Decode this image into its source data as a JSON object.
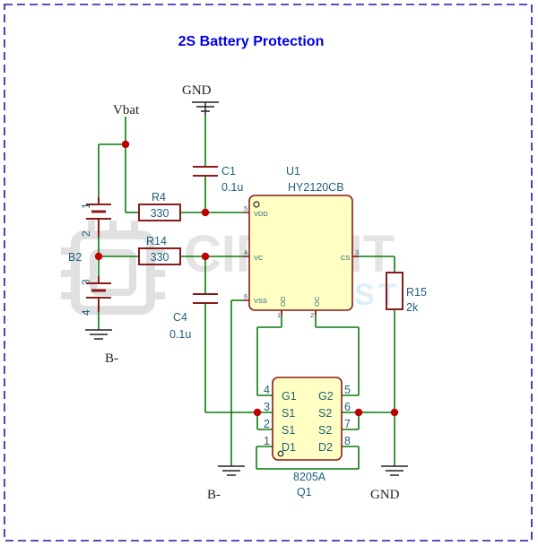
{
  "title": "2S Battery Protection",
  "watermark": {
    "line1": "CIRCUIT",
    "line2": "DIGEST"
  },
  "nets": {
    "vbat": "Vbat",
    "gnd_top": "GND",
    "gnd_bottom": "GND",
    "bminus_left": "B-",
    "bminus_bottom": "B-"
  },
  "battery": {
    "ref": "B2",
    "pins": [
      "1",
      "2",
      "3",
      "4"
    ]
  },
  "resistors": [
    {
      "ref": "R4",
      "value": "330"
    },
    {
      "ref": "R14",
      "value": "330"
    },
    {
      "ref": "R15",
      "value": "2k"
    }
  ],
  "capacitors": [
    {
      "ref": "C1",
      "value": "0.1u"
    },
    {
      "ref": "C4",
      "value": "0.1u"
    }
  ],
  "u1": {
    "ref": "U1",
    "part": "HY2120CB",
    "pins": {
      "vdd": "VDD",
      "vc": "VC",
      "vss": "VSS",
      "od": "OD",
      "oc": "OC",
      "cs": "CS"
    },
    "pin_numbers": {
      "vdd": "5",
      "vc": "4",
      "vss": "6",
      "od": "1",
      "oc": "2",
      "cs": "3"
    }
  },
  "q1": {
    "ref": "Q1",
    "part": "8205A",
    "left_pins": [
      {
        "num": "4",
        "name": "G1"
      },
      {
        "num": "3",
        "name": "S1"
      },
      {
        "num": "2",
        "name": "S1"
      },
      {
        "num": "1",
        "name": "D1"
      }
    ],
    "right_pins": [
      {
        "num": "5",
        "name": "G2"
      },
      {
        "num": "6",
        "name": "S2"
      },
      {
        "num": "7",
        "name": "S2"
      },
      {
        "num": "8",
        "name": "D2"
      }
    ]
  },
  "colors": {
    "wire": "#0a7d0a",
    "component": "#8b1a1a",
    "ic_fill": "#ffffc4",
    "junction": "#c00000",
    "border": "#1a1aaa",
    "title": "#0000e6"
  }
}
